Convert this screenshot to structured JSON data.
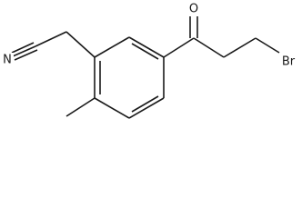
{
  "molecule": {
    "atoms": {
      "nitrogen": "N",
      "oxygen": "O",
      "bromine": "Br"
    }
  },
  "colors": {
    "bond": "#1a1a1a",
    "background": "#ffffff"
  }
}
